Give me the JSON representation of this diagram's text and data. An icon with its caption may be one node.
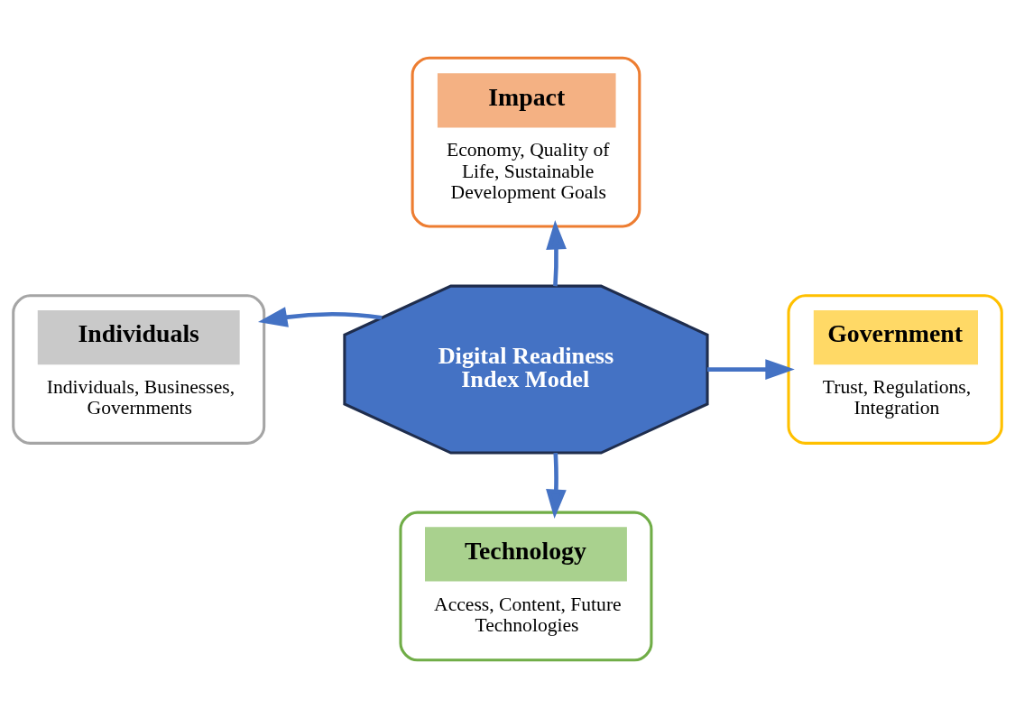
{
  "diagram": {
    "nodes": [
      {
        "text": [
          "Impact",
          "Economy, Quality of Life, Sustainable Development Goals"
        ]
      },
      {
        "text": [
          "Individuals",
          "Individuals, Businesses, Governments"
        ]
      },
      {
        "text": [
          "Digital Readiness Index Model"
        ]
      },
      {
        "text": [
          "Government",
          "Trust, Regulations, Integration"
        ]
      },
      {
        "text": [
          "Technology",
          "Access, Content, Future Technologies"
        ]
      }
    ],
    "edges": [
      {
        "from": 2,
        "to": 0,
        "arrow": "to"
      },
      {
        "from": 2,
        "to": 1,
        "arrow": "to"
      },
      {
        "from": 2,
        "to": 3,
        "arrow": "to"
      },
      {
        "from": 2,
        "to": 4,
        "arrow": "to"
      }
    ]
  }
}
